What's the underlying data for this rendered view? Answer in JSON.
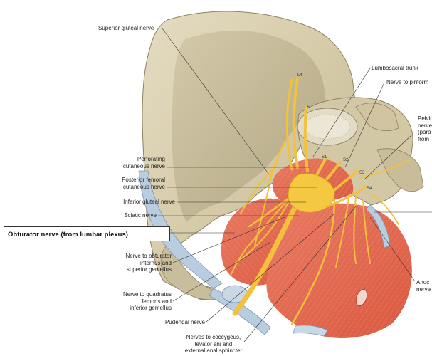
{
  "highlight": {
    "label": "Obturator nerve (from lumbar plexus)"
  },
  "labels": {
    "superior_gluteal": "Superior gluteal nerve",
    "lumbosacral_trunk": "Lumbosacral trunk",
    "nerve_to_piriformis": "Nerve to piriform",
    "pelvic_splanchnic_1": "Pelvic",
    "pelvic_splanchnic_2": "nerve",
    "pelvic_splanchnic_3": "(para",
    "pelvic_splanchnic_4": "from",
    "perforating_1": "Perforating",
    "perforating_2": "cutaneous nerve",
    "post_femoral_1": "Posterior femoral",
    "post_femoral_2": "cutaneous nerve",
    "inferior_gluteal": "Inferior gluteal nerve",
    "sciatic": "Sciatic nerve",
    "obt_int_1": "Nerve to obturator",
    "obt_int_2": "internus and",
    "obt_int_3": "superior gemellus",
    "quad_fem_1": "Nerve to quadratus",
    "quad_fem_2": "femoris and",
    "quad_fem_3": "inferior gemellus",
    "pudendal": "Pudendal nerve",
    "coccygeus_1": "Nerves to coccygeus,",
    "coccygeus_2": "levator ani and",
    "coccygeus_3": "external anal sphincter",
    "anococcygeal_1": "Anoc",
    "anococcygeal_2": "nerve"
  },
  "vertebrae": {
    "l4": "L4",
    "l5": "L5",
    "s1": "S1",
    "s2": "S2",
    "s3": "S3",
    "s4": "S4"
  },
  "colors": {
    "bone": "#d8ceb0",
    "bone_shadow": "#b8ad8c",
    "muscle": "#e46a52",
    "nerve": "#f3c13a",
    "ligament": "#b9cde0"
  }
}
